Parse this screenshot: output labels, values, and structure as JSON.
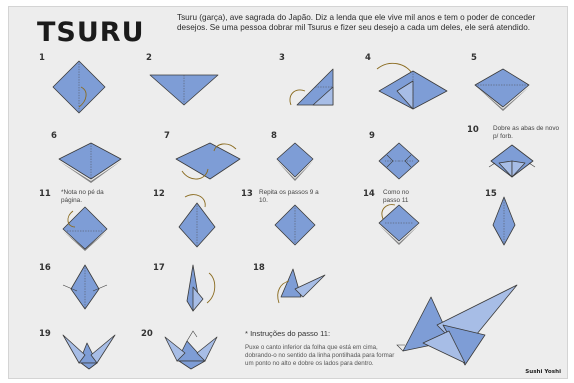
{
  "title": "TSURU",
  "intro": "Tsuru (garça), ave sagrada do Japão. Diz a lenda que ele vive mil anos e tem o poder de conceder desejos. Se uma pessoa dobrar mil Tsurus e fizer seu desejo a cada um deles, ele será atendido.",
  "steps": [
    {
      "num": "1"
    },
    {
      "num": "2"
    },
    {
      "num": "3"
    },
    {
      "num": "4"
    },
    {
      "num": "5"
    },
    {
      "num": "6"
    },
    {
      "num": "7"
    },
    {
      "num": "8"
    },
    {
      "num": "9"
    },
    {
      "num": "10",
      "note": "Dobre as abas de novo p/ forb."
    },
    {
      "num": "11",
      "note": "*Nota no pé da página."
    },
    {
      "num": "12"
    },
    {
      "num": "13",
      "note": "Repita os passos 9 a 10."
    },
    {
      "num": "14",
      "note": "Como no passo 11"
    },
    {
      "num": "15"
    },
    {
      "num": "16"
    },
    {
      "num": "17"
    },
    {
      "num": "18"
    },
    {
      "num": "19"
    },
    {
      "num": "20"
    }
  ],
  "instructions": {
    "title": "* Instruções do passo 11:",
    "body": "Puxe o canto inferior da folha que está em cima, dobrando-o no sentido da linha pontilhada para formar um ponto no alto e dobre os lados para dentro."
  },
  "credit": "Sushi Yoshi"
}
